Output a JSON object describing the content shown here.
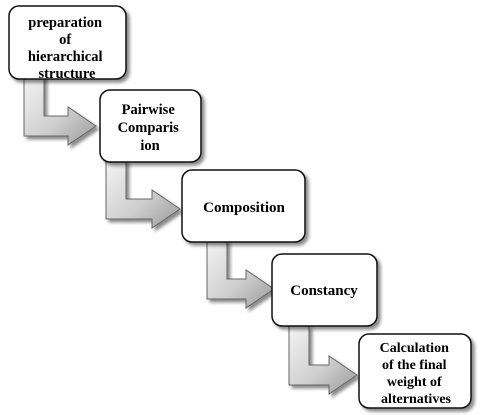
{
  "diagram": {
    "steps": [
      {
        "lines": [
          "preparation",
          "of",
          "hierarchical",
          "structure"
        ]
      },
      {
        "lines": [
          "Pairwise",
          "Comparis",
          "ion"
        ]
      },
      {
        "lines": [
          "Composition"
        ]
      },
      {
        "lines": [
          "Constancy"
        ]
      },
      {
        "lines": [
          "Calculation",
          "of the final",
          "weight of",
          "alternatives"
        ]
      }
    ]
  }
}
